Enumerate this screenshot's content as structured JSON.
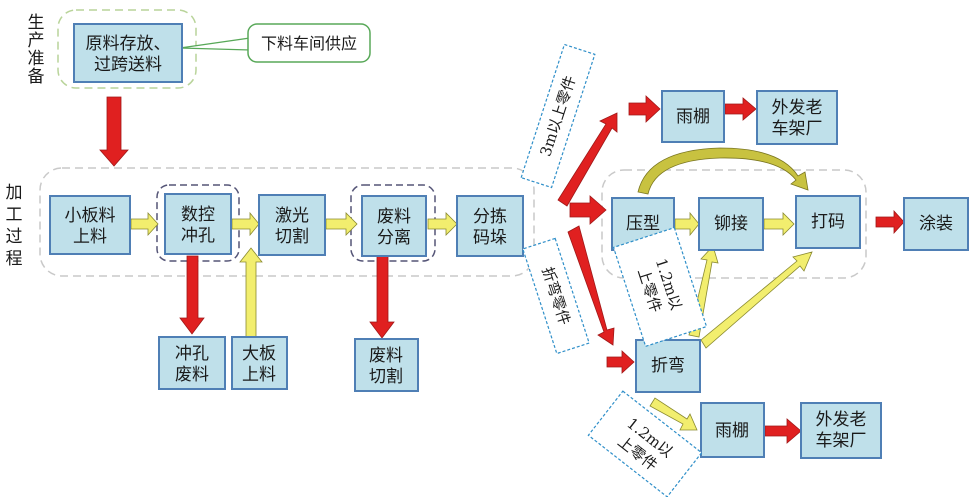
{
  "sections": {
    "preparation": "生产准备",
    "processing": "加工过程"
  },
  "callout": {
    "text": "下料车间供应"
  },
  "nodes": {
    "raw_storage": [
      "原料存放、",
      "过跨送料"
    ],
    "small_plate": [
      "小板料",
      "上料"
    ],
    "cnc_punch": [
      "数控",
      "冲孔"
    ],
    "laser_cut": [
      "激光",
      "切割"
    ],
    "scrap_sep": [
      "废料",
      "分离"
    ],
    "sort_stack": [
      "分拣",
      "码垛"
    ],
    "punch_scrap": [
      "冲孔",
      "废料"
    ],
    "large_plate": [
      "大板",
      "上料"
    ],
    "scrap_cut": [
      "废料",
      "切割"
    ],
    "canopy_top": [
      "雨棚"
    ],
    "outsource_top": [
      "外发老",
      "车架厂"
    ],
    "press_form": [
      "压型"
    ],
    "riveting": [
      "铆接"
    ],
    "marking": [
      "打码"
    ],
    "painting": [
      "涂装"
    ],
    "bending": [
      "折弯"
    ],
    "canopy_bottom": [
      "雨棚"
    ],
    "outsource_bottom": [
      "外发老",
      "车架厂"
    ]
  },
  "notes": {
    "over_3m": "3m以上零件",
    "bent_parts": "折弯零件",
    "over_1_2m_mid": [
      "1.2m以",
      "上零件"
    ],
    "over_1_2m_bottom": [
      "1.2m以",
      "上零件"
    ]
  },
  "colors": {
    "node_fill": "#bfe0ea",
    "node_border": "#4f7fb5",
    "arrow_red": "#e02020",
    "arrow_yellow": "#f2ee6e",
    "group_border": "#b9d49a"
  }
}
